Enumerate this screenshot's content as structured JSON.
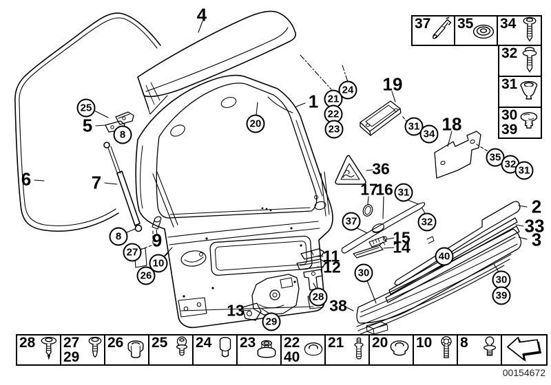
{
  "diagram_title": "tailgate-exploded-parts-diagram",
  "callouts": {
    "circled": [
      {
        "text": "25"
      },
      {
        "text": "8"
      },
      {
        "text": "20"
      },
      {
        "text": "24"
      },
      {
        "text": "21"
      },
      {
        "text": "22"
      },
      {
        "text": "23"
      },
      {
        "text": "31"
      },
      {
        "text": "34"
      },
      {
        "text": "35"
      },
      {
        "text": "32"
      },
      {
        "text": "31"
      },
      {
        "text": "8"
      },
      {
        "text": "27"
      },
      {
        "text": "10"
      },
      {
        "text": "26"
      },
      {
        "text": "37"
      },
      {
        "text": "31"
      },
      {
        "text": "32"
      },
      {
        "text": "30"
      },
      {
        "text": "40"
      },
      {
        "text": "30"
      },
      {
        "text": "39"
      },
      {
        "text": "28"
      },
      {
        "text": "29"
      }
    ],
    "bold": [
      {
        "text": "4"
      },
      {
        "text": "1"
      },
      {
        "text": "19"
      },
      {
        "text": "18"
      },
      {
        "text": "5"
      },
      {
        "text": "6"
      },
      {
        "text": "7"
      },
      {
        "text": "9"
      },
      {
        "text": "17"
      },
      {
        "text": "16"
      },
      {
        "text": "36"
      },
      {
        "text": "15"
      },
      {
        "text": "14"
      },
      {
        "text": "2"
      },
      {
        "text": "33"
      },
      {
        "text": "3"
      },
      {
        "text": "38"
      },
      {
        "text": "13"
      },
      {
        "text": "11"
      },
      {
        "text": "12"
      }
    ]
  },
  "right_grid": {
    "cells": [
      {
        "labels": [
          "37"
        ],
        "icon": "hinge-pin-icon"
      },
      {
        "labels": [
          "35"
        ],
        "icon": "dome-grommet-icon"
      },
      {
        "labels": [
          "34"
        ],
        "icon": "long-screw-icon"
      },
      {
        "labels": [
          "32"
        ],
        "icon": "screw-with-washer-icon"
      },
      {
        "labels": [
          "31"
        ],
        "icon": "push-plug-icon"
      },
      {
        "labels": [
          "30",
          "39"
        ],
        "icon": "push-clip-icon"
      }
    ]
  },
  "bottom_strip": {
    "cells": [
      {
        "labels": [
          "28"
        ],
        "icon": "washer-head-screw-icon"
      },
      {
        "labels": [
          "27",
          "29"
        ],
        "icon": "pan-head-screw-icon"
      },
      {
        "labels": [
          "26"
        ],
        "icon": "cap-nut-icon"
      },
      {
        "labels": [
          "25"
        ],
        "icon": "round-head-screw-icon"
      },
      {
        "labels": [
          "24"
        ],
        "icon": "pin-rivet-icon"
      },
      {
        "labels": [
          "23"
        ],
        "icon": "flange-nut-icon"
      },
      {
        "labels": [
          "22",
          "40"
        ],
        "icon": "washer-icon"
      },
      {
        "labels": [
          "21"
        ],
        "icon": "stud-icon"
      },
      {
        "labels": [
          "20"
        ],
        "icon": "grommet-icon"
      },
      {
        "labels": [
          "10"
        ],
        "icon": "collar-nut-icon"
      },
      {
        "labels": [
          "8"
        ],
        "icon": "ball-stud-icon"
      }
    ]
  },
  "nav": {
    "back_arrow": "back-arrow-icon"
  },
  "footer": {
    "image_id": "00154672"
  },
  "colors": {
    "line": "#000000",
    "background": "#ffffff",
    "id_text": "#222222"
  }
}
